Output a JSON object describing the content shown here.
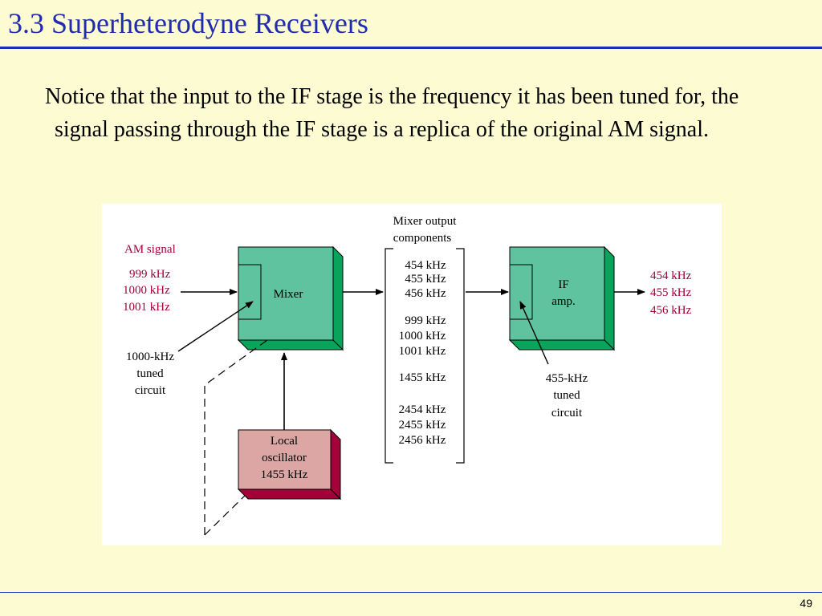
{
  "slide": {
    "title": "3.3 Superheterodyne Receivers",
    "body": "Notice that the input to the IF stage is the frequency it has been tuned for, the signal passing through the IF stage is a replica of the original AM signal.",
    "page_number": "49"
  },
  "diagram": {
    "am_signal": {
      "label": "AM signal",
      "freqs": [
        "999 kHz",
        "1000 kHz",
        "1001 kHz"
      ]
    },
    "mixer": {
      "label": "Mixer"
    },
    "tuned_1000": {
      "lines": [
        "1000-kHz",
        "tuned",
        "circuit"
      ]
    },
    "local_osc": {
      "lines": [
        "Local",
        "oscillator",
        "1455 kHz"
      ]
    },
    "mixer_output": {
      "title_lines": [
        "Mixer output",
        "components"
      ],
      "group1": [
        "454 kHz",
        "455 kHz",
        "456 kHz"
      ],
      "group2": [
        "999 kHz",
        "1000 kHz",
        "1001 kHz"
      ],
      "group3": [
        "1455 kHz"
      ],
      "group4": [
        "2454 kHz",
        "2455 kHz",
        "2456 kHz"
      ]
    },
    "if_amp": {
      "lines": [
        "IF",
        "amp."
      ]
    },
    "tuned_455": {
      "lines": [
        "455-kHz",
        "tuned",
        "circuit"
      ]
    },
    "output_freqs": [
      "454 kHz",
      "455 kHz",
      "456 kHz"
    ],
    "colors": {
      "block_green": "#5ec39e",
      "block_green_dark": "#07a45c",
      "osc_pink": "#dba6a4",
      "osc_dark": "#a4003a",
      "signal_red": "#a4003a",
      "title_blue": "#1f2bb0",
      "background": "#fdfbd2"
    }
  }
}
